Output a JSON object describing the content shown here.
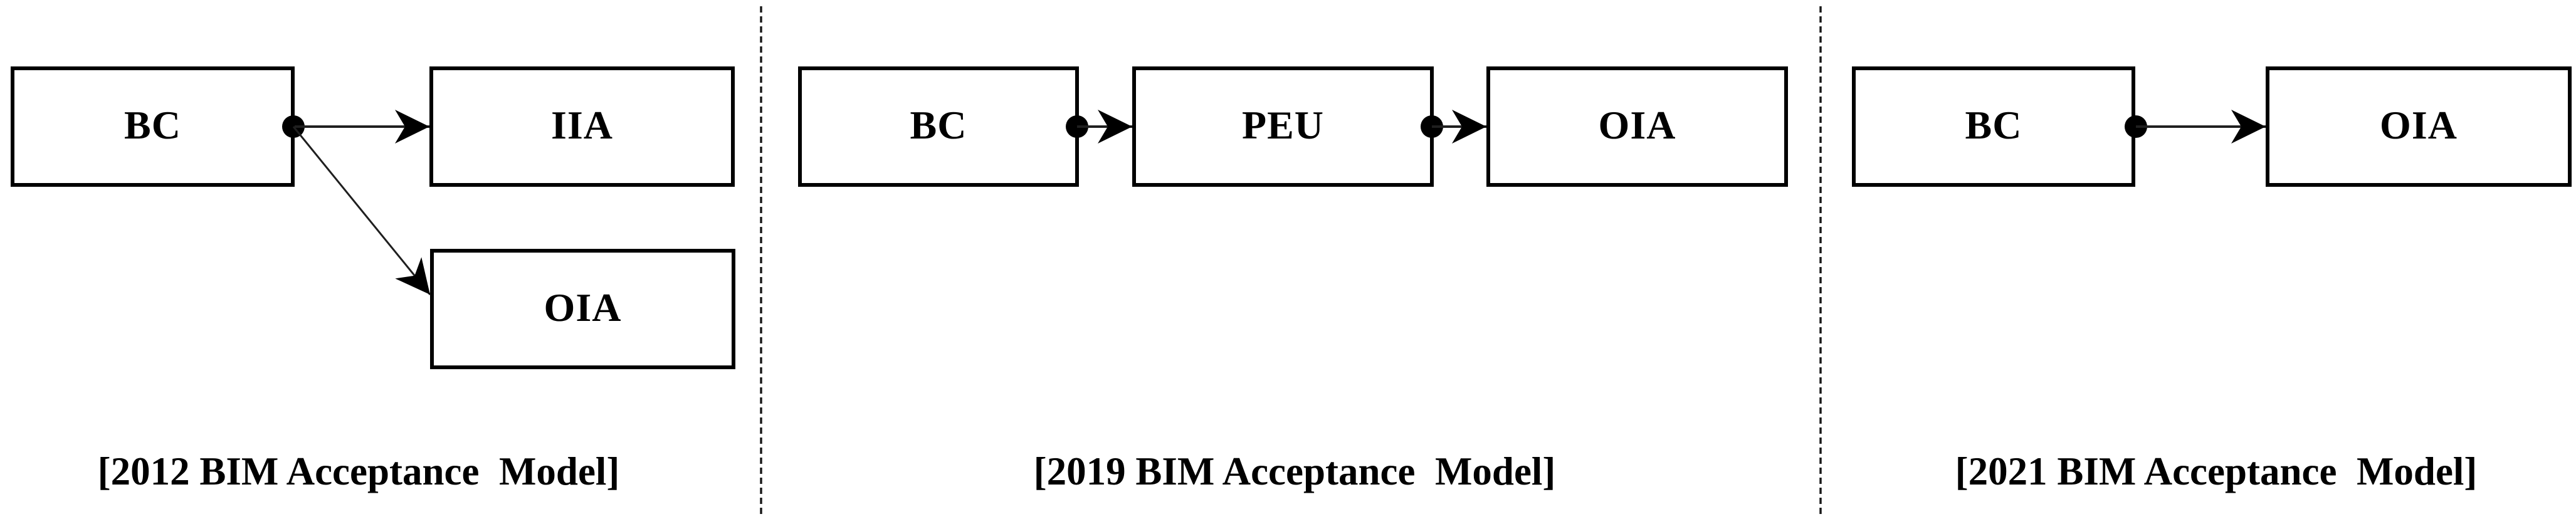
{
  "figure": {
    "background": "#ffffff",
    "ink_color": "#000000",
    "divider_style": "dashed-vertical-line"
  },
  "sections": [
    {
      "caption": "[2012 BIM Acceptance  Model]",
      "boxes": [
        {
          "label": "BC"
        },
        {
          "label": "IIA"
        },
        {
          "label": "OIA"
        }
      ],
      "connectors": [
        {
          "from": "BC",
          "to": "IIA",
          "type": "arrow-with-dot-tail"
        },
        {
          "from": "BC",
          "to": "OIA",
          "type": "arrow-with-dot-tail"
        }
      ]
    },
    {
      "caption": "[2019 BIM Acceptance  Model]",
      "boxes": [
        {
          "label": "BC"
        },
        {
          "label": "PEU"
        },
        {
          "label": "OIA"
        }
      ],
      "connectors": [
        {
          "from": "BC",
          "to": "PEU",
          "type": "arrow-with-dot-tail"
        },
        {
          "from": "PEU",
          "to": "OIA",
          "type": "arrow-with-dot-tail"
        }
      ]
    },
    {
      "caption": "[2021 BIM Acceptance  Model]",
      "boxes": [
        {
          "label": "BC"
        },
        {
          "label": "OIA"
        }
      ],
      "connectors": [
        {
          "from": "BC",
          "to": "OIA",
          "type": "arrow-with-dot-tail"
        }
      ]
    }
  ]
}
